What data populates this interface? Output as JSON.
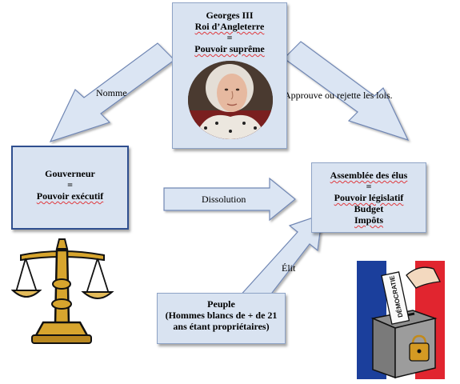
{
  "king": {
    "lines": [
      "Georges III",
      "Roi d’Angleterre",
      "=",
      "Pouvoir suprême"
    ]
  },
  "governor": {
    "lines": [
      "Gouverneur",
      "=",
      "Pouvoir exécutif"
    ]
  },
  "assembly": {
    "lines": [
      "Assemblée des élus",
      "=",
      "Pouvoir législatif",
      "Budget",
      "Impôts"
    ]
  },
  "people": {
    "lines": [
      "Peuple",
      "(Hommes blancs de + de 21",
      "ans étant propriétaires)"
    ]
  },
  "arrows": {
    "nomme": "Nomme",
    "approuve": "Approuve ou rejette les lois.",
    "dissolution": "Dissolution",
    "elit": "Élit"
  },
  "ballot_paper_text": "DÉMOCRATIE",
  "colors": {
    "box_fill": "#d9e3f1",
    "box_border": "#8ea3c6",
    "arrow_fill": "#dbe5f3",
    "arrow_stroke": "#6f86b3"
  }
}
